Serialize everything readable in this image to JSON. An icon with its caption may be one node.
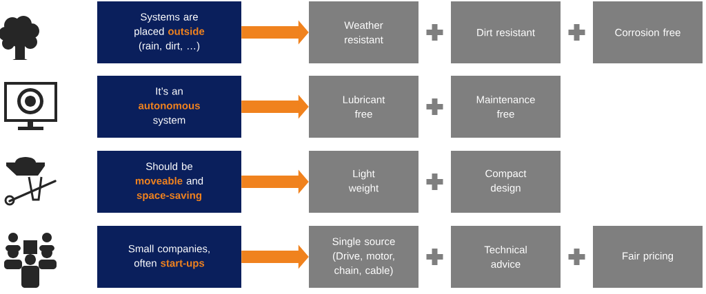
{
  "diagram": {
    "nodes": [
      {
        "text": [
          "Systems are placed **outside** (rain, dirt, …)"
        ]
      },
      {
        "text": [
          "Weather resistant"
        ]
      },
      {
        "text": [
          "Dirt resistant"
        ]
      },
      {
        "text": [
          "Corrosion free"
        ]
      },
      {
        "text": [
          "It’s an **autonomous** system"
        ]
      },
      {
        "text": [
          "Lubricant free"
        ]
      },
      {
        "text": [
          "Maintenance free"
        ]
      },
      {
        "text": [
          "Should be **moveable** and **space-saving**"
        ]
      },
      {
        "text": [
          "Light weight"
        ]
      },
      {
        "text": [
          "Compact design"
        ]
      },
      {
        "text": [
          "Small companies, often **start-ups**"
        ]
      },
      {
        "text": [
          "Single source (Drive, motor, chain, cable)"
        ]
      },
      {
        "text": [
          "Technical advice"
        ]
      },
      {
        "text": [
          "Fair pricing"
        ]
      }
    ],
    "edges": [
      {
        "from": 0,
        "to": 1,
        "arrow": "to"
      },
      {
        "from": 4,
        "to": 5,
        "arrow": "to"
      },
      {
        "from": 7,
        "to": 8,
        "arrow": "to"
      },
      {
        "from": 10,
        "to": 11,
        "arrow": "to"
      }
    ]
  }
}
